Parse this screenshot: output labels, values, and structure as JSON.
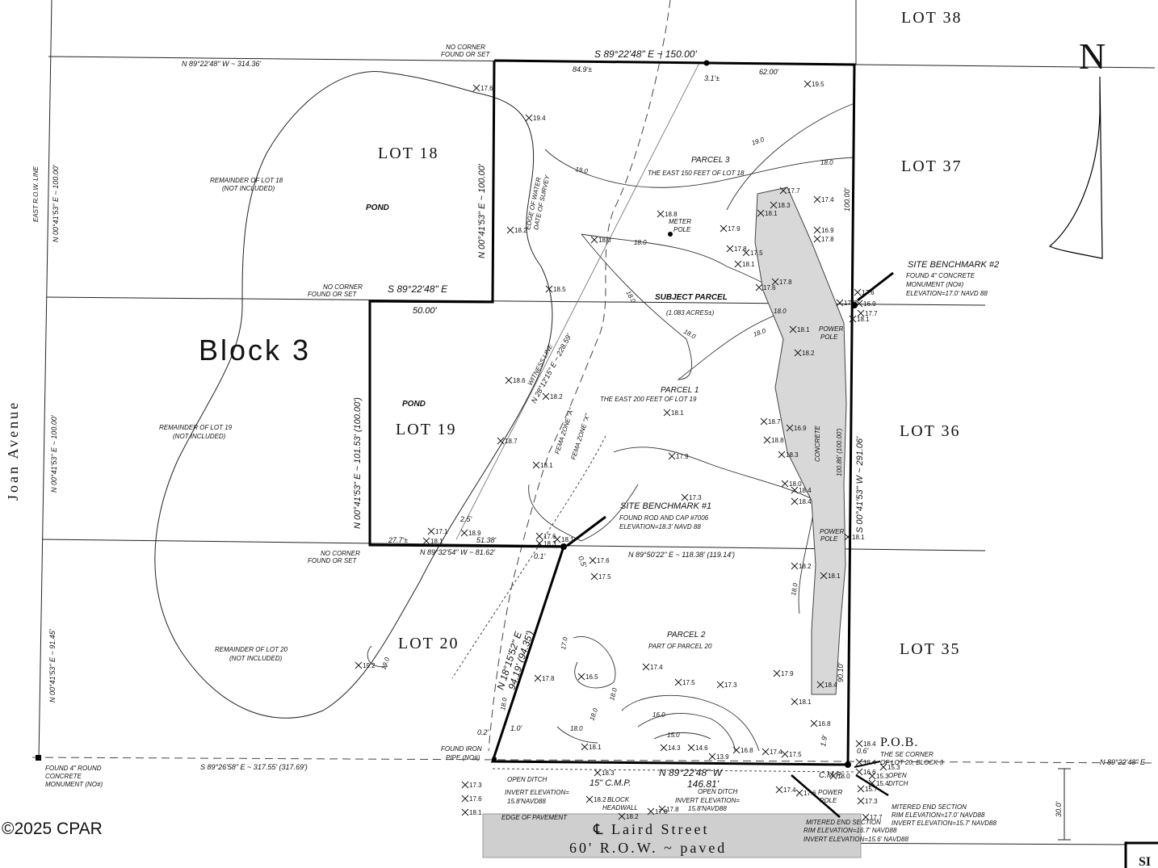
{
  "lots": {
    "lot38": "LOT 38",
    "lot37": "LOT 37",
    "lot36": "LOT 36",
    "lot35": "LOT 35",
    "lot18": "LOT 18",
    "lot19": "LOT 19",
    "lot20": "LOT 20"
  },
  "block": "Block 3",
  "street_joan": "Joan Avenue",
  "street_laird": "℄ Laird Street",
  "row_laird": "60' R.O.W. ~ paved",
  "copyright": "©2025 CPAR",
  "north": "N",
  "bearings": {
    "top_left": "N 89°22'48\" W ~ 314.36'",
    "top_right": "S 89°22'48\" E ~ 150.00'",
    "mid_notch": "S 89°22'48\" E",
    "notch_len": "50.00'",
    "east_row": "N 00°41'53\" E ~ 100.00'",
    "east_row_line": "EAST R.O.W. LINE",
    "left_mid": "N 00°41'53\" E ~ 100.00'",
    "left_low": "N 00°41'53\" E ~ 91.45'",
    "lot18_west": "N 00°41'53\" E ~ 100.00'",
    "lot19_west": "N 00°41'53\" E ~ 101.53' (100.00')",
    "lot19_south": "N 89°32'54\" W ~ 81.62'",
    "lot20_north": "N 89°50'22\" E ~ 118.38' (119.14')",
    "east_line": "S 00°41'53\" W ~ 291.06'",
    "east_100": "100.00'",
    "east_inner": "100.86' (100.00')",
    "diag_witness": "N 28°12'15\" E ~ 228.59'",
    "diag_lot20a": "N 18°15'52\" E",
    "diag_lot20b": "94.19' (94.35')",
    "bottom": "S 89°26'58\" E ~ 317.55' (317.69')",
    "bottom_inner": "N 89°22'48\" W",
    "bottom_len": "146.81'",
    "right_bottom": "N 89°22'48\" E",
    "row30": "30.0'"
  },
  "dims": {
    "d849": "84.9'±",
    "d31": "3.1'±",
    "d6200": "62.00'",
    "d277": "27.7'±",
    "d5138": "51.38'",
    "d9010": "90.10'",
    "d10": "1.0'",
    "d02": "0.2'",
    "d01": "0.1'",
    "d05": "0.5'",
    "d06": "0.6'",
    "d19": "1.9'",
    "d25": "2.5'"
  },
  "labels": {
    "no_corner_top": [
      "NO CORNER",
      "FOUND OR SET"
    ],
    "no_corner_mid": [
      "NO CORNER",
      "FOUND OR SET"
    ],
    "no_corner_low": [
      "NO CORNER",
      "FOUND OR SET"
    ],
    "rem18": [
      "REMAINDER OF LOT 18",
      "(NOT INCLUDED)"
    ],
    "rem19": [
      "REMAINDER OF LOT 19",
      "(NOT INCLUDED)"
    ],
    "rem20": [
      "REMAINDER OF LOT 20",
      "(NOT INCLUDED)"
    ],
    "pond1": "POND",
    "pond2": "POND",
    "water_edge": [
      "EDGE OF WATER",
      "DATE OF SURVEY"
    ],
    "parcel3": [
      "PARCEL 3",
      "THE EAST 150 FEET OF LOT 18"
    ],
    "parcel1": [
      "PARCEL 1",
      "THE EAST 200 FEET OF LOT 19"
    ],
    "parcel2": [
      "PARCEL 2",
      "PART OF PARCEL 20"
    ],
    "subject": [
      "SUBJECT PARCEL",
      "(1.083 ACRES±)"
    ],
    "meter_pole": [
      "METER",
      "POLE"
    ],
    "power_pole1": [
      "POWER",
      "POLE"
    ],
    "power_pole2": [
      "POWER",
      "POLE"
    ],
    "power_pole3": [
      "POWER",
      "POLE"
    ],
    "concrete": "CONCRETE",
    "witness": "WITNESS LINE",
    "fema_a": "FEMA ZONE \"A\"",
    "fema_x": "FEMA ZONE \"X\"",
    "bm2": [
      "SITE BENCHMARK #2",
      "FOUND 4\" CONCRETE",
      "MONUMENT (NO#)",
      "ELEVATION=17.0' NAVD 88"
    ],
    "bm1": [
      "SITE BENCHMARK #1",
      "FOUND ROD AND CAP #7006",
      "ELEVATION=18.3' NAVD 88"
    ],
    "pob": [
      "P.O.B.",
      "THE SE CORNER",
      "OF LOT 20, BLOCK 3"
    ],
    "found_iron": [
      "FOUND IRON",
      "PIPE (NO#)"
    ],
    "found_monument": [
      "FOUND 4\" ROUND",
      "CONCRETE",
      "MONUMENT (NO#)"
    ],
    "open_ditch_l": "OPEN DITCH",
    "open_ditch_c": "OPEN DITCH",
    "open_ditch_r": [
      "OPEN",
      "DITCH"
    ],
    "cmp_l": "15\" C.M.P.",
    "cmp_r": "C.M.P.",
    "invert_l": [
      "INVERT ELEVATION=",
      "15.8'NAVD88"
    ],
    "invert_c": [
      "INVERT ELEVATION=",
      "15.8'NAVD88"
    ],
    "block_headwall": [
      "BLOCK",
      "HEADWALL"
    ],
    "edge_pavement": "EDGE OF PAVEMENT",
    "mitered1": [
      "MITERED END SECTION",
      "RIM ELEVATION=17.0' NAVD88",
      "INVERT ELEVATION=15.7' NAVD88"
    ],
    "mitered2": [
      "MITERED END SECTION",
      "RIM ELEVATION=16.7' NAVD88",
      "INVERT ELEVATION=15.6' NAVD88"
    ]
  },
  "contours": [
    "19.0",
    "19.0",
    "18.0",
    "18.0",
    "18.0",
    "18.0",
    "18.0",
    "18.0",
    "17.0",
    "16.0",
    "15.0",
    "18.0",
    "18.0",
    "18.0",
    "19.0",
    "18.0",
    "18.0"
  ],
  "spots": [
    {
      "v": "17.6"
    },
    {
      "v": "19.4"
    },
    {
      "v": "19.5"
    },
    {
      "v": "18.2"
    },
    {
      "v": "18.8"
    },
    {
      "v": "17.9"
    },
    {
      "v": "18.0"
    },
    {
      "v": "17.8"
    },
    {
      "v": "17.5"
    },
    {
      "v": "18.1"
    },
    {
      "v": "17.6"
    },
    {
      "v": "17.8"
    },
    {
      "v": "18.1"
    },
    {
      "v": "18.3"
    },
    {
      "v": "17.7"
    },
    {
      "v": "17.4"
    },
    {
      "v": "16.9"
    },
    {
      "v": "17.8"
    },
    {
      "v": "18.5"
    },
    {
      "v": "17.9"
    },
    {
      "v": "17.6"
    },
    {
      "v": "16.9"
    },
    {
      "v": "17.7"
    },
    {
      "v": "18.1"
    },
    {
      "v": "18.1"
    },
    {
      "v": "18.2"
    },
    {
      "v": "18.6"
    },
    {
      "v": "18.2"
    },
    {
      "v": "18.1"
    },
    {
      "v": "18.7"
    },
    {
      "v": "18.7"
    },
    {
      "v": "16.9"
    },
    {
      "v": "18.8"
    },
    {
      "v": "18.3"
    },
    {
      "v": "18.1"
    },
    {
      "v": "17.9"
    },
    {
      "v": "18.0"
    },
    {
      "v": "18.4"
    },
    {
      "v": "18.4"
    },
    {
      "v": "17.3"
    },
    {
      "v": "17.1"
    },
    {
      "v": "18.1"
    },
    {
      "v": "18.9"
    },
    {
      "v": "17.6"
    },
    {
      "v": "18.3"
    },
    {
      "v": "18.1"
    },
    {
      "v": "17.6"
    },
    {
      "v": "17.5"
    },
    {
      "v": "18.1"
    },
    {
      "v": "18.2"
    },
    {
      "v": "18.1"
    },
    {
      "v": "17.4"
    },
    {
      "v": "16.5"
    },
    {
      "v": "17.5"
    },
    {
      "v": "17.3"
    },
    {
      "v": "17.8"
    },
    {
      "v": "19.2"
    },
    {
      "v": "17.9"
    },
    {
      "v": "18.4"
    },
    {
      "v": "18.1"
    },
    {
      "v": "16.8"
    },
    {
      "v": "18.1"
    },
    {
      "v": "14.3"
    },
    {
      "v": "14.6"
    },
    {
      "v": "13.9"
    },
    {
      "v": "16.8"
    },
    {
      "v": "17.4"
    },
    {
      "v": "17.5"
    },
    {
      "v": "18.4"
    },
    {
      "v": "18.4"
    },
    {
      "v": "16.6"
    },
    {
      "v": "15.3"
    },
    {
      "v": "15.4"
    },
    {
      "v": "17.3"
    },
    {
      "v": "17.6"
    },
    {
      "v": "18.1"
    },
    {
      "v": "18.2"
    },
    {
      "v": "18.3"
    },
    {
      "v": "15.7"
    },
    {
      "v": "15.3"
    },
    {
      "v": "17.8"
    },
    {
      "v": "17.8"
    },
    {
      "v": "17.7"
    },
    {
      "v": "18.2"
    },
    {
      "v": "17.4"
    },
    {
      "v": "17.6"
    },
    {
      "v": "18.0"
    },
    {
      "v": "17.3"
    }
  ]
}
